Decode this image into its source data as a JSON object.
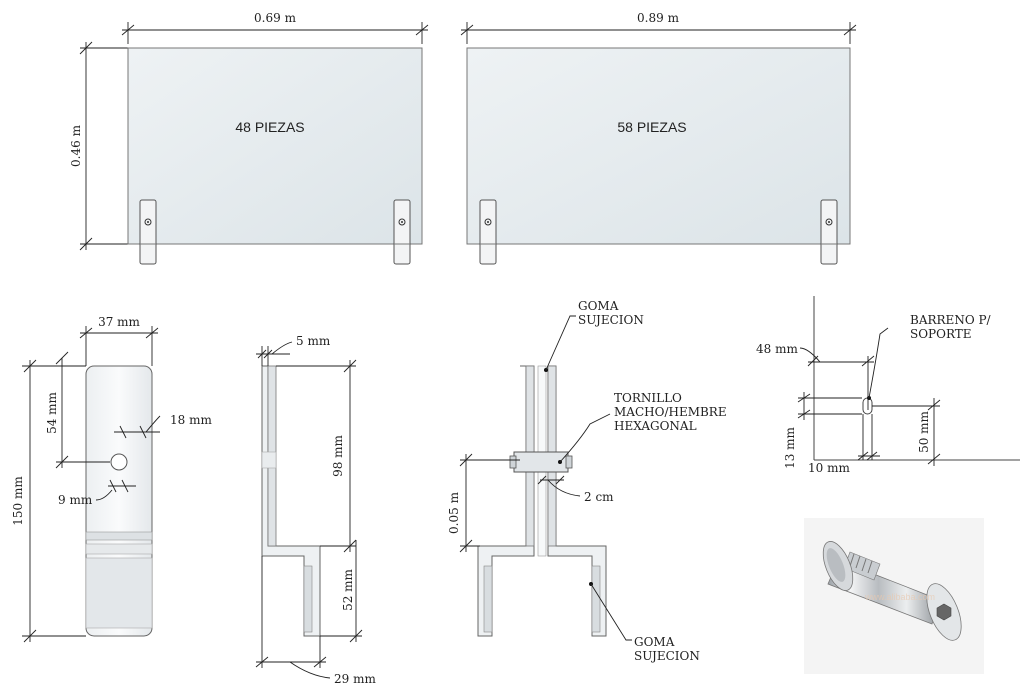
{
  "panels": {
    "left": {
      "width_label": "0.69 m",
      "height_label": "0.46 m",
      "pieces_label": "48 PIEZAS"
    },
    "right": {
      "width_label": "0.89 m",
      "pieces_label": "58 PIEZAS"
    }
  },
  "bracket_front": {
    "width": "37 mm",
    "height": "150 mm",
    "hole_offset": "54 mm",
    "hole_spacing": "18 mm",
    "hole_diameter": "9 mm"
  },
  "bracket_side": {
    "thickness": "5 mm",
    "upper_height": "98 mm",
    "lower_height": "52 mm",
    "depth": "29 mm"
  },
  "assembly": {
    "goma_top": [
      "GOMA",
      "SUJECION"
    ],
    "tornillo": [
      "TORNILLO",
      "MACHO/HEMBRE",
      "HEXAGONAL"
    ],
    "goma_bottom": [
      "GOMA",
      "SUJECION"
    ],
    "offset": "0.05 m",
    "gap": "2 cm"
  },
  "hole_detail": {
    "barreno": [
      "BARRENO P/",
      "SOPORTE"
    ],
    "edge": "48 mm",
    "slot": "13 mm",
    "width": "10 mm",
    "height": "50 mm"
  },
  "screw_photo": {
    "watermark": "www.alibaba.com"
  }
}
